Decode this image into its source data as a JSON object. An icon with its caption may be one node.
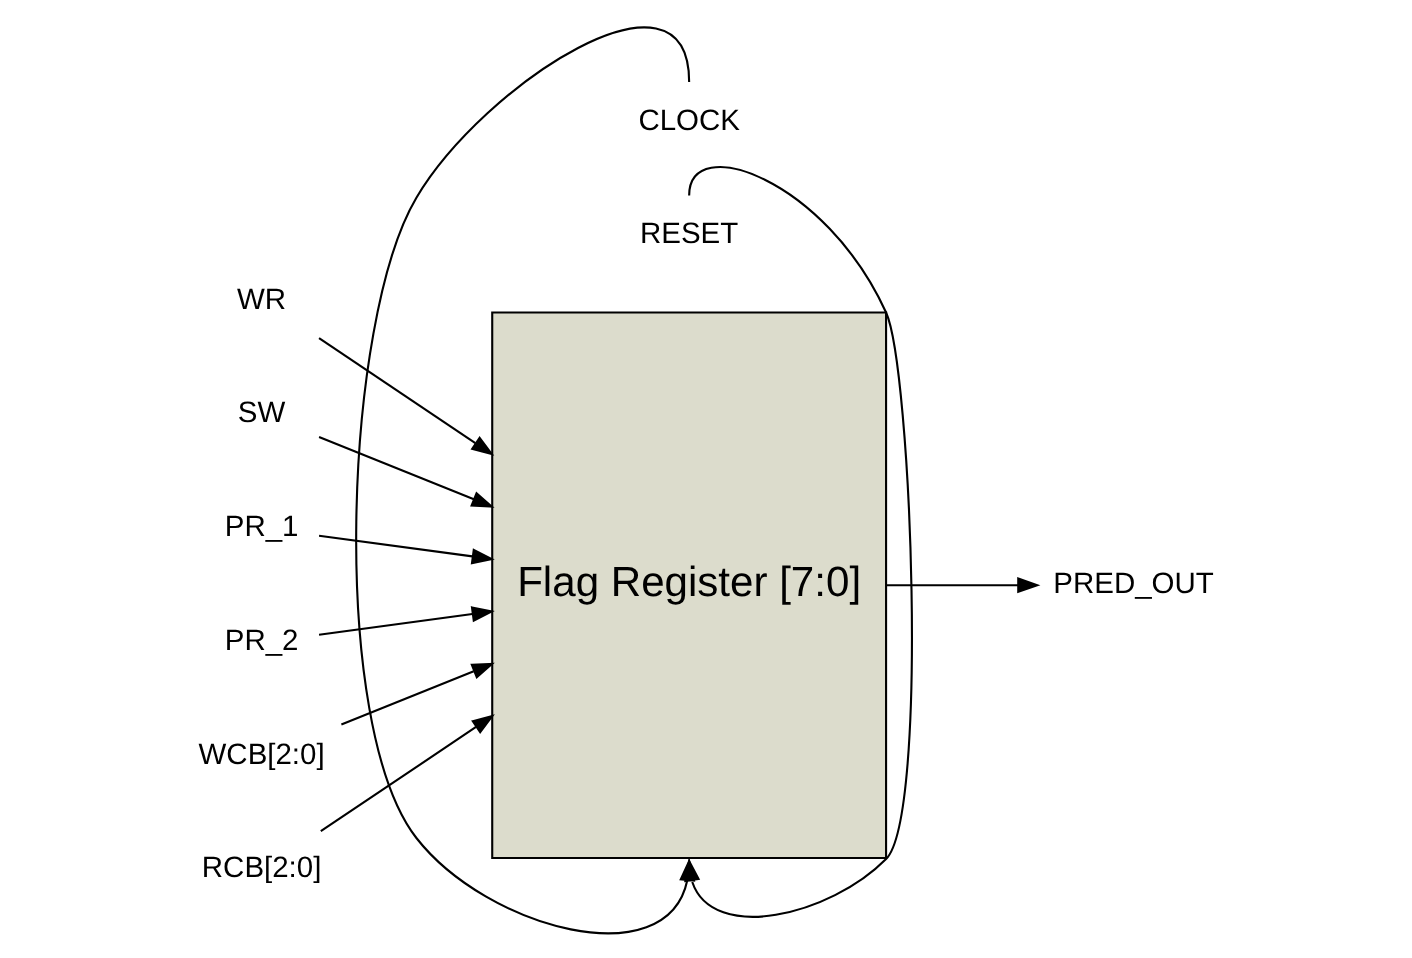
{
  "diagram": {
    "nodes": [
      {
        "text": [
          "Flag Register [7:0]"
        ]
      },
      {
        "text": [
          "WR"
        ]
      },
      {
        "text": [
          "SW"
        ]
      },
      {
        "text": [
          "PR_1"
        ]
      },
      {
        "text": [
          "PR_2"
        ]
      },
      {
        "text": [
          "WCB[2:0]"
        ]
      },
      {
        "text": [
          "RCB[2:0]"
        ]
      },
      {
        "text": [
          "PRED_OUT"
        ]
      },
      {
        "text": [
          "CLOCK"
        ]
      },
      {
        "text": [
          "RESET"
        ]
      }
    ],
    "edges": [
      {
        "from": 1,
        "to": 0,
        "arrow": "to"
      },
      {
        "from": 2,
        "to": 0,
        "arrow": "to"
      },
      {
        "from": 3,
        "to": 0,
        "arrow": "to"
      },
      {
        "from": 4,
        "to": 0,
        "arrow": "to"
      },
      {
        "from": 5,
        "to": 0,
        "arrow": "to"
      },
      {
        "from": 6,
        "to": 0,
        "arrow": "to"
      },
      {
        "from": 0,
        "to": 7,
        "arrow": "to"
      },
      {
        "from": 8,
        "to": 0,
        "arrow": "to"
      },
      {
        "from": 9,
        "to": 0,
        "arrow": "to"
      }
    ]
  }
}
